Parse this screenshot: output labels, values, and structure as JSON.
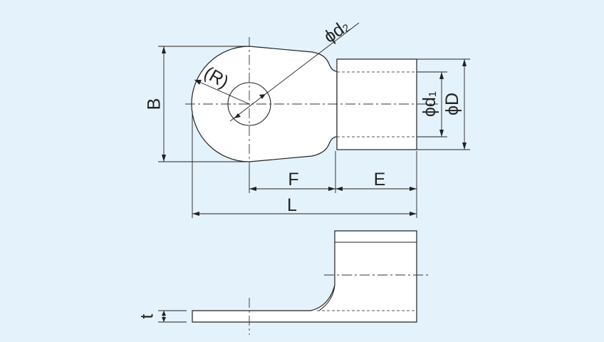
{
  "colors": {
    "background": "#e4f2fb",
    "part_fill": "#ffffff",
    "stroke": "#222222"
  },
  "labels": {
    "B": "B",
    "R": "(R)",
    "phi": "ϕ",
    "d": "d",
    "d2_sub": "2",
    "d1_sub": "1",
    "D": "D",
    "F": "F",
    "E": "E",
    "L": "L",
    "t": "t"
  }
}
